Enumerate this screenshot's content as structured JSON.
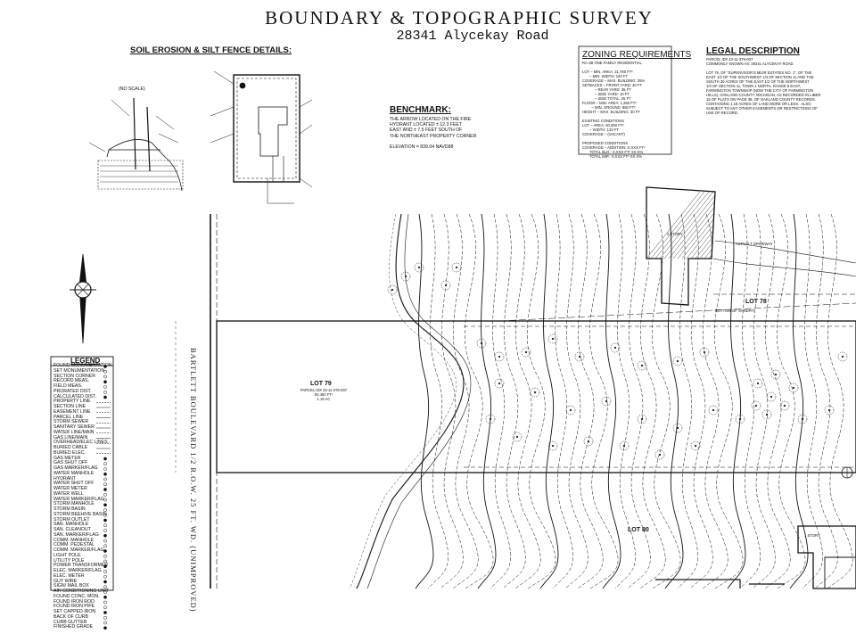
{
  "header": {
    "title": "BOUNDARY & TOPOGRAPHIC SURVEY",
    "address": "28341 Alycekay Road"
  },
  "erosion": {
    "heading": "SOIL EROSION & SILT FENCE DETAILS:",
    "no_scale": "(NO SCALE)"
  },
  "benchmark": {
    "heading": "BENCHMARK:",
    "lines": [
      "THE ARROW LOCATED ON THE FIRE",
      "HYDRANT LOCATED ± 12.3 FEET",
      "EAST AND ± 7.5 FEET SOUTH OF",
      "THE NORTHEAST PROPERTY CORNER",
      "",
      "ELEVATION = 839.04 NAVD88"
    ]
  },
  "zoning": {
    "heading": "ZONING REQUIREMENTS",
    "lines": [
      "RA-2B ONE FAMILY RESIDENTIAL",
      "",
      "LOT – MIN. AREA: 21,780 FT²",
      "       – MIN. WIDTH: 120 FT",
      "COVERAGE – MAX. BUILDING: 35%",
      "SETBACKS – FRONT YARD: 40 FT",
      "            – REAR YARD: 35 FT",
      "            – SIDE YARD: 10 FT",
      "            – SIDE TOTAL: 25 FT",
      "FLOOR – MIN. AREA: 1,250 FT²",
      "         – MIN. GROUND: 850 FT²",
      "HEIGHT – MAX. BUILDING: 30 FT",
      "",
      "EXISTING CONDITIONS",
      "LOT – AREA: 50,450 FT²",
      "       – WIDTH: 132 FT",
      "COVERAGE – (VACANT)",
      "",
      "PROPOSED CONDITIONS",
      "COVERAGE – ADDITION: X,XXX FT²",
      "       TOTAL BLD.: X,XXX FT² XX.X%",
      "       TOTAL IMP.: X,XXX FT² XX.X%"
    ]
  },
  "legal": {
    "heading": "LEGAL DESCRIPTION",
    "lines": [
      "PARCEL ID# 23-11-376-007",
      "COMMONLY KNOWN AS: 28341 ALYCEKAY ROAD",
      "",
      "LOT 79, OF \"SUPERVISOR'S MUIR ESTATES NO. 1\", OF THE",
      "EAST 1/2 OF THE SOUTHWEST 1/4 OF SECTION 11 AND THE",
      "SOUTH 30 ACRES OF THE EAST 1/2 OF THE NORTHWEST",
      "1/4 OF SECTION 11, TOWN 1 NORTH, RANGE 9 EAST,",
      "FARMINGTON TOWNSHIP (NOW THE CITY OF FARMINGTON",
      "HILLS), OAKLAND COUNTY, MICHIGAN, AS RECORDED IN LIBER",
      "15 OF PLATS ON PAGE 38, OF OAKLAND COUNTY RECORDS.",
      "CONTAINING 1.16 ACRES OF LAND MORE OR LESS.  ALSO",
      "SUBJECT TO ANY OTHER EASEMENTS OR RESTRICTIONS OF",
      "USE OF RECORD."
    ]
  },
  "legend": {
    "heading": "LEGEND",
    "items": [
      "FOUND MONUMENTATION",
      "SET MONUMENTATION",
      "SECTION CORNER",
      "RECORD MEAS.",
      "FIELD MEAS.",
      "PRORATED DIST.",
      "CALCULATED DIST.",
      "PROPERTY LINE",
      "SECTION LINE",
      "EASEMENT LINE",
      "PARCEL LINE",
      "STORM SEWER",
      "SANITARY SEWER",
      "WATER LINE/MAIN",
      "GAS LINE/MAIN",
      "OVERHEAD/ELEC LINES",
      "BURIED CABLE",
      "BURIED ELEC.",
      "GAS METER",
      "GAS SHUT OFF",
      "GAS MARKER/FLAG",
      "WATER MANHOLE",
      "HYDRANT",
      "WATER SHUT OFF",
      "WATER METER",
      "WATER WELL",
      "WATER MARKER/FLAG",
      "STORM MANHOLE",
      "STORM BASIN",
      "STORM BEEHIVE BASIN",
      "STORM OUTLET",
      "SAN. MANHOLE",
      "SAN. CLEANOUT",
      "SAN. MARKER/FLAG",
      "COMM. MANHOLE",
      "COMM. PEDESTAL",
      "COMM. MARKER/FLAG",
      "LIGHT POLE",
      "UTILITY POLE",
      "POWER TRANSFORMER",
      "ELEC. MARKER/FLAG",
      "ELEC. METER",
      "GUY WIRE",
      "SIGN/ MAIL BOX",
      "AIR CONDITIONING UNIT",
      "FOUND CONC. MON.",
      "FOUND IRON ROD",
      "FOUND IRON PIPE",
      "SET CAPPED IRON",
      "BACK OF CURB",
      "CURB GUTTER",
      "FINISHED GRADE"
    ]
  },
  "road": {
    "label": "BARTLETT BOULEVARD 1/2 R.O.W. 25 FT. WD. (UNIMPROVED)"
  },
  "lots": {
    "lot79": "LOT 79",
    "lot79_details": [
      "PARCEL ID# 23-11-376-007",
      "50,450 FT²",
      "1.16 AC"
    ],
    "lot78": "LOT 78",
    "lot80": "LOT 80"
  },
  "annotations": {
    "driveway": "ASPHALT DRIVEWAY",
    "bottom_sandpit": "BOTTOM OF SANDPIT",
    "house_top": "2 STORY",
    "house_bottom": "1 STORY"
  },
  "colors": {
    "ink": "#111111",
    "paper": "#ffffff"
  }
}
